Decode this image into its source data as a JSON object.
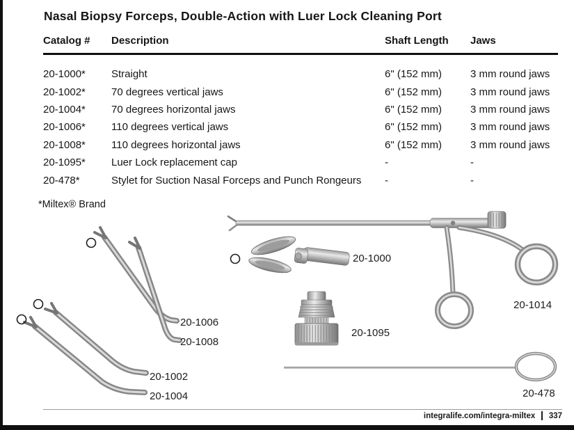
{
  "page": {
    "title": "Nasal Biopsy Forceps, Double-Action with Luer Lock Cleaning Port",
    "brand_note": "*Miltex® Brand",
    "footer": {
      "url": "integralife.com/integra-miltex",
      "page_number": "337"
    }
  },
  "table": {
    "headers": {
      "catalog": "Catalog #",
      "description": "Description",
      "shaft": "Shaft Length",
      "jaws": "Jaws"
    },
    "rows": [
      {
        "catalog": "20-1000*",
        "description": "Straight",
        "shaft": "6\" (152 mm)",
        "jaws": "3 mm round jaws"
      },
      {
        "catalog": "20-1002*",
        "description": "70 degrees vertical jaws",
        "shaft": "6\" (152 mm)",
        "jaws": "3 mm round jaws"
      },
      {
        "catalog": "20-1004*",
        "description": "70 degrees horizontal jaws",
        "shaft": "6\" (152 mm)",
        "jaws": "3 mm round jaws"
      },
      {
        "catalog": "20-1006*",
        "description": "110 degrees vertical jaws",
        "shaft": "6\" (152 mm)",
        "jaws": "3 mm round jaws"
      },
      {
        "catalog": "20-1008*",
        "description": "110 degrees horizontal jaws",
        "shaft": "6\" (152 mm)",
        "jaws": "3 mm round jaws"
      },
      {
        "catalog": "20-1095*",
        "description": "Luer Lock replacement cap",
        "shaft": "-",
        "jaws": "-"
      },
      {
        "catalog": "20-478*",
        "description": "Stylet for Suction Nasal Forceps and Punch Rongeurs",
        "shaft": "-",
        "jaws": "-"
      }
    ]
  },
  "figures": {
    "labels": {
      "main_instrument": "20-1014",
      "straight_tip": "20-1000",
      "angled_110_vertical": "20-1006",
      "angled_110_horizontal": "20-1008",
      "angled_70_vertical": "20-1002",
      "angled_70_horizontal": "20-1004",
      "cleaning_cap": "20-1095",
      "stylet": "20-478"
    }
  },
  "colors": {
    "text": "#161616",
    "rule": "#0f0f0f",
    "metal_mid": "#b3b3b3"
  }
}
